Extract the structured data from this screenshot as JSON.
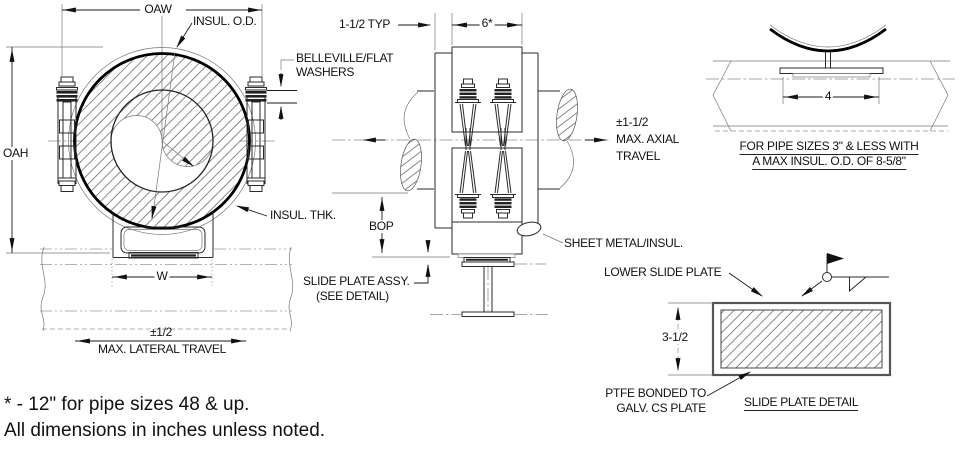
{
  "views": {
    "front": {
      "oaw": "OAW",
      "oah": "OAH",
      "insul_od": "INSUL. O.D.",
      "belleville_1": "BELLEVILLE/FLAT",
      "belleville_2": "WASHERS",
      "insul_thk": "INSUL. THK.",
      "w": "W",
      "lateral_value": "±1/2",
      "lateral_label": "MAX. LATERAL TRAVEL"
    },
    "side": {
      "typ": "1-1/2 TYP",
      "width": "6*",
      "axial_value": "±1-1/2",
      "axial_label_1": "MAX. AXIAL",
      "axial_label_2": "TRAVEL",
      "bop": "BOP",
      "slide_plate_assy_1": "SLIDE PLATE ASSY.",
      "slide_plate_assy_2": "(SEE DETAIL)",
      "sheet_metal": "SHEET METAL/INSUL."
    },
    "small_pipe": {
      "width": "4",
      "note_1": "FOR PIPE SIZES 3\" & LESS WITH",
      "note_2": "A MAX INSUL. O.D. OF 8-5/8\""
    },
    "detail": {
      "lower_slide_plate": "LOWER SLIDE PLATE",
      "height": "3-1/2",
      "ptfe_1": "PTFE BONDED TO",
      "ptfe_2": "GALV. CS PLATE",
      "title": "SLIDE PLATE DETAIL"
    }
  },
  "notes": {
    "line_1": "* - 12\" for pipe sizes 48 & up.",
    "line_2": "All dimensions in inches unless noted."
  },
  "colors": {
    "line": "#1a1a1a",
    "background": "#ffffff"
  }
}
